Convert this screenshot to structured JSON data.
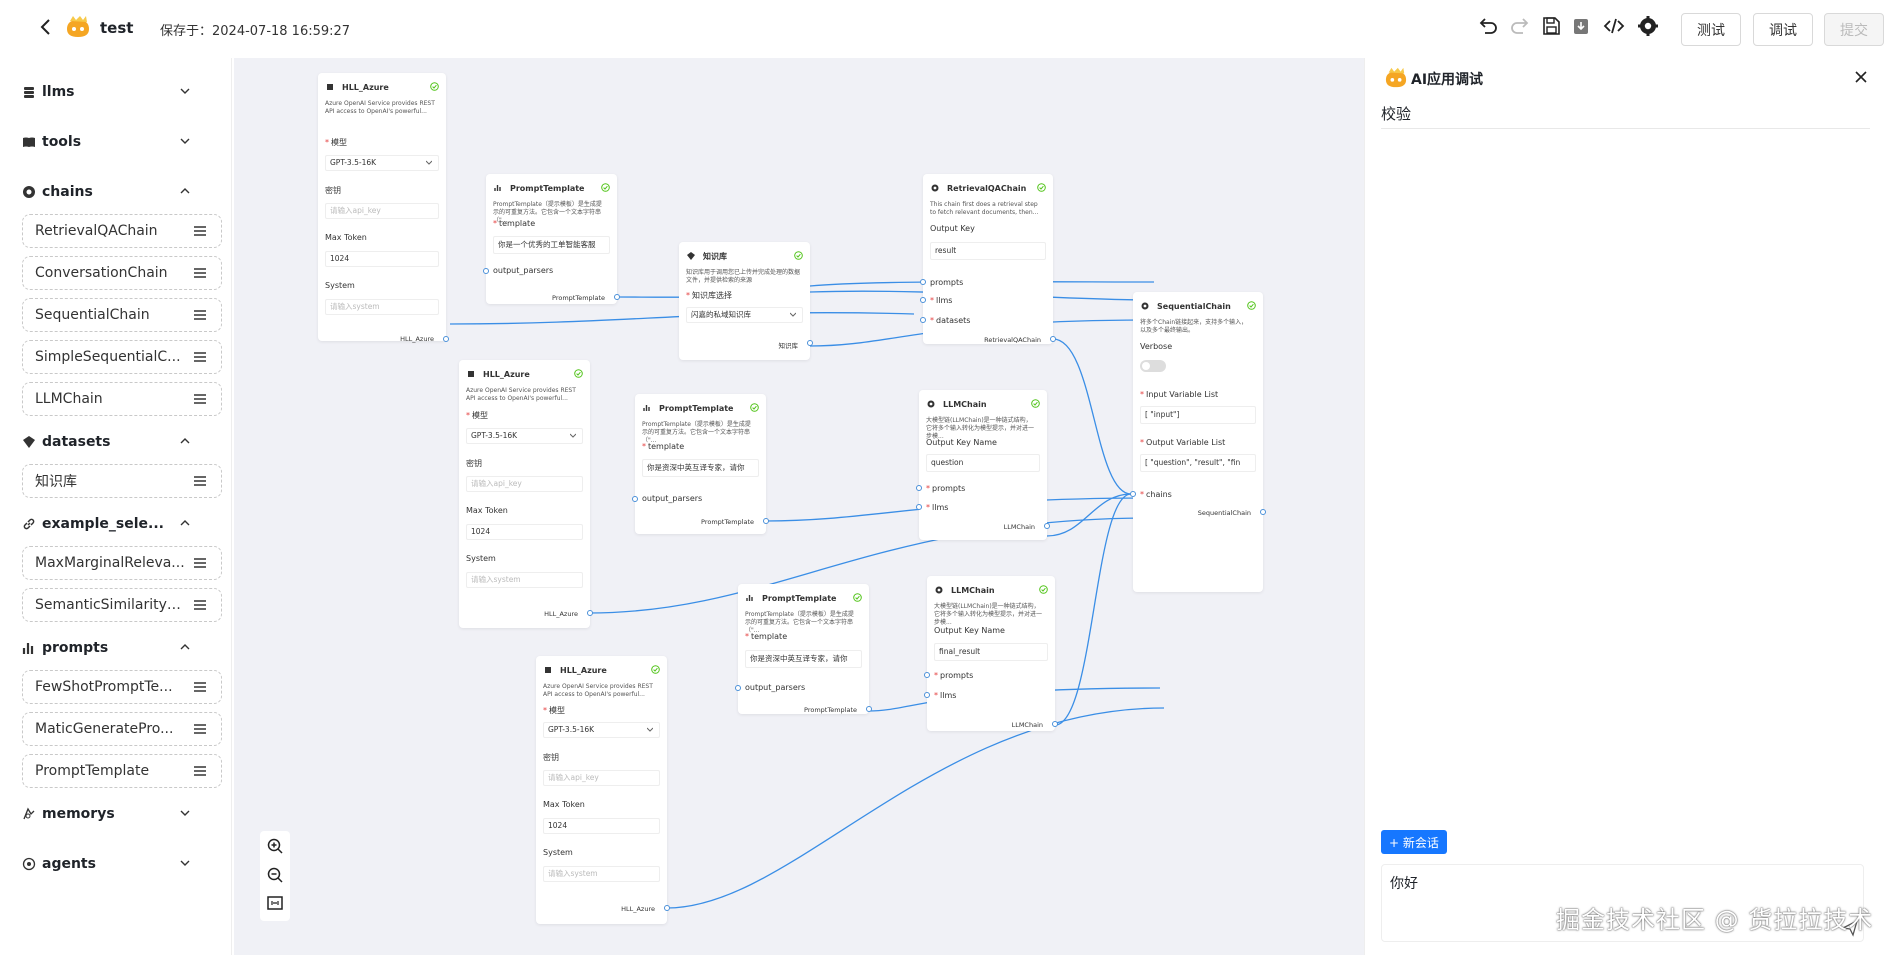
{
  "header": {
    "app_name": "test",
    "saved_text": "保存于：2024-07-18 16:59:27",
    "buttons": {
      "test": "测试",
      "debug": "调试",
      "submit": "提交"
    }
  },
  "sidebar": {
    "categories": [
      {
        "label": "llms",
        "icon": "database-icon",
        "expanded": false,
        "items": []
      },
      {
        "label": "tools",
        "icon": "book-icon",
        "expanded": false,
        "items": []
      },
      {
        "label": "chains",
        "icon": "chain-circle-icon",
        "expanded": true,
        "items": [
          "RetrievalQAChain",
          "ConversationChain",
          "SequentialChain",
          "SimpleSequentialC...",
          "LLMChain"
        ]
      },
      {
        "label": "datasets",
        "icon": "diamond-icon",
        "expanded": true,
        "items": [
          "知识库"
        ]
      },
      {
        "label": "example_sele...",
        "icon": "link-icon",
        "expanded": true,
        "items": [
          "MaxMarginalReleva...",
          "SemanticSimilarityE..."
        ]
      },
      {
        "label": "prompts",
        "icon": "bar-chart-icon",
        "expanded": true,
        "items": [
          "FewShotPromptTe...",
          "MaticGeneratePro...",
          "PromptTemplate"
        ]
      },
      {
        "label": "memorys",
        "icon": "memory-icon",
        "expanded": false,
        "items": []
      },
      {
        "label": "agents",
        "icon": "agent-icon",
        "expanded": false,
        "items": []
      }
    ]
  },
  "nodes": {
    "azure1": {
      "title": "HLL_Azure",
      "desc": "Azure OpenAI Service provides REST API access to OpenAI's powerful...",
      "model_label": "模型",
      "model_value": "GPT-3.5-16K",
      "key_label": "密钥",
      "key_placeholder": "请输入api_key",
      "maxtoken_label": "Max Token",
      "maxtoken_value": "1024",
      "system_label": "System",
      "system_placeholder": "请输入system",
      "output": "HLL_Azure"
    },
    "azure2": {
      "title": "HLL_Azure",
      "desc": "Azure OpenAI Service provides REST API access to OpenAI's powerful...",
      "model_label": "模型",
      "model_value": "GPT-3.5-16K",
      "key_label": "密钥",
      "key_placeholder": "请输入api_key",
      "maxtoken_label": "Max Token",
      "maxtoken_value": "1024",
      "system_label": "System",
      "system_placeholder": "请输入system",
      "output": "HLL_Azure"
    },
    "azure3": {
      "title": "HLL_Azure",
      "desc": "Azure OpenAI Service provides REST API access to OpenAI's powerful...",
      "model_label": "模型",
      "model_value": "GPT-3.5-16K",
      "key_label": "密钥",
      "key_placeholder": "请输入api_key",
      "maxtoken_label": "Max Token",
      "maxtoken_value": "1024",
      "system_label": "System",
      "system_placeholder": "请输入system",
      "output": "HLL_Azure"
    },
    "prompt1": {
      "title": "PromptTemplate",
      "desc": "PromptTemplate（提示模板）是生成提示的可重复方法。它包含一个文本字符串（\"...",
      "template_label": "template",
      "template_value": "你是一个优秀的工单智能客服",
      "parsers_label": "output_parsers",
      "output": "PromptTemplate"
    },
    "prompt2": {
      "title": "PromptTemplate",
      "desc": "PromptTemplate（提示模板）是生成提示的可重复方法。它包含一个文本字符串（\"...",
      "template_label": "template",
      "template_value": "你是资深中英互译专家，请你",
      "parsers_label": "output_parsers",
      "output": "PromptTemplate"
    },
    "prompt3": {
      "title": "PromptTemplate",
      "desc": "PromptTemplate（提示模板）是生成提示的可重复方法。它包含一个文本字符串（\"...",
      "template_label": "template",
      "template_value": "你是资深中英互译专家，请你",
      "parsers_label": "output_parsers",
      "output": "PromptTemplate"
    },
    "kb": {
      "title": "知识库",
      "desc": "知识库用于调用您已上传并完成处理的数据文件，并提供检索的来源",
      "select_label": "知识库选择",
      "select_value": "闪嘉的私域知识库",
      "output": "知识库"
    },
    "retrieval": {
      "title": "RetrievalQAChain",
      "desc": "This chain first does a retrieval step to fetch relevant documents, then...",
      "outkey_label": "Output Key",
      "outkey_value": "result",
      "in_prompts": "prompts",
      "in_llms": "llms",
      "in_datasets": "datasets",
      "output": "RetrievalQAChain"
    },
    "llm1": {
      "title": "LLMChain",
      "desc": "大模型链(LLMChain)是一种链式结构，它将多个输入转化为模型提示，并对进一步模...",
      "outkey_label": "Output Key Name",
      "outkey_value": "question",
      "in_prompts": "prompts",
      "in_llms": "llms",
      "output": "LLMChain"
    },
    "llm2": {
      "title": "LLMChain",
      "desc": "大模型链(LLMChain)是一种链式结构，它将多个输入转化为模型提示，并对进一步模...",
      "outkey_label": "Output Key Name",
      "outkey_value": "final_result",
      "in_prompts": "prompts",
      "in_llms": "llms",
      "output": "LLMChain"
    },
    "seq": {
      "title": "SequentialChain",
      "desc": "将多个Chain链接起来，支持多个输入，以及多个最终输出。",
      "verbose_label": "Verbose",
      "input_label": "Input Variable List",
      "input_value": "[  \"input\"]",
      "output_label": "Output Variable List",
      "output_value": "[  \"question\",  \"result\",  \"fin",
      "chains_label": "chains",
      "output": "SequentialChain"
    }
  },
  "panel": {
    "title": "AI应用调试",
    "subtitle": "校验",
    "new_chat": "+ 新会话",
    "input_text": "你好"
  },
  "watermark": "掘金技术社区 @ 货拉拉技术",
  "colors": {
    "edge": "#3a8ee6",
    "primary": "#1677ff",
    "canvas_bg": "#f0f1f6",
    "check": "#52c41a",
    "required": "#e53e3e"
  }
}
